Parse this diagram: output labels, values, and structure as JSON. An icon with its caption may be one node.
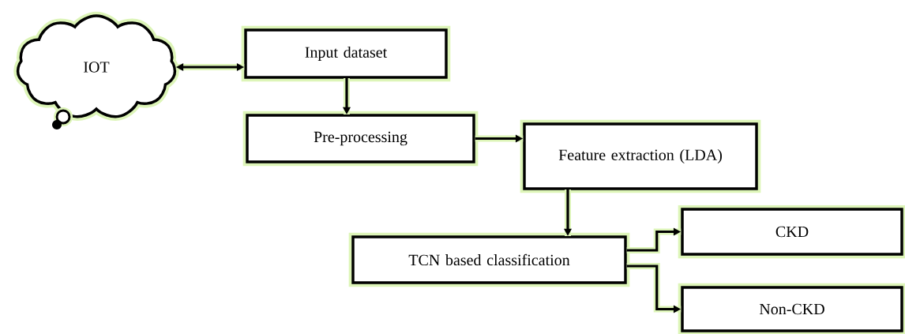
{
  "diagram": {
    "nodes": [
      {
        "text": [
          "IOT"
        ]
      },
      {
        "text": [
          "Input dataset"
        ]
      },
      {
        "text": [
          "Pre-processing"
        ]
      },
      {
        "text": [
          "Feature extraction (LDA)"
        ]
      },
      {
        "text": [
          "TCN based classification"
        ]
      },
      {
        "text": [
          "CKD"
        ]
      },
      {
        "text": [
          "Non-CKD"
        ]
      }
    ],
    "edges": [
      {
        "from": 0,
        "to": 1,
        "arrow": "both"
      },
      {
        "from": 1,
        "to": 2,
        "arrow": "to"
      },
      {
        "from": 2,
        "to": 3,
        "arrow": "to"
      },
      {
        "from": 3,
        "to": 4,
        "arrow": "to"
      },
      {
        "from": 4,
        "to": 5,
        "arrow": "to"
      },
      {
        "from": 4,
        "to": 6,
        "arrow": "to"
      }
    ]
  }
}
